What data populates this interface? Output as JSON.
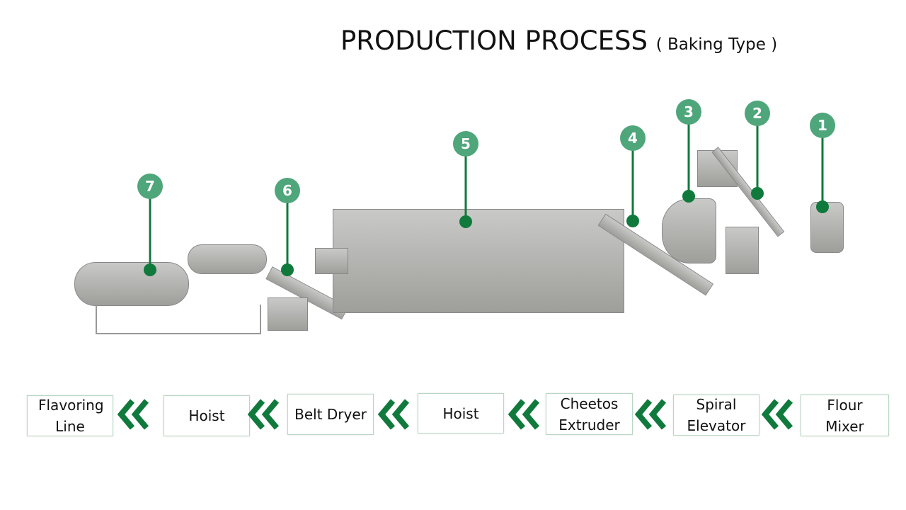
{
  "title": "PRODUCTION PROCESS",
  "subtitle": "( Baking Type )",
  "colors": {
    "badge": "#4ea67a",
    "line": "#0f7a3c",
    "arrow": "#0f7a3c"
  },
  "markers": [
    "1",
    "2",
    "3",
    "4",
    "5",
    "6",
    "7"
  ],
  "steps": [
    {
      "label": "Flavoring Line"
    },
    {
      "label": "Hoist"
    },
    {
      "label": "Belt Dryer"
    },
    {
      "label": "Hoist"
    },
    {
      "label": "Cheetos Extruder"
    },
    {
      "label": "Spiral Elevator"
    },
    {
      "label": "Flour Mixer"
    }
  ],
  "arrow_icon": "double-chevron-left-icon"
}
